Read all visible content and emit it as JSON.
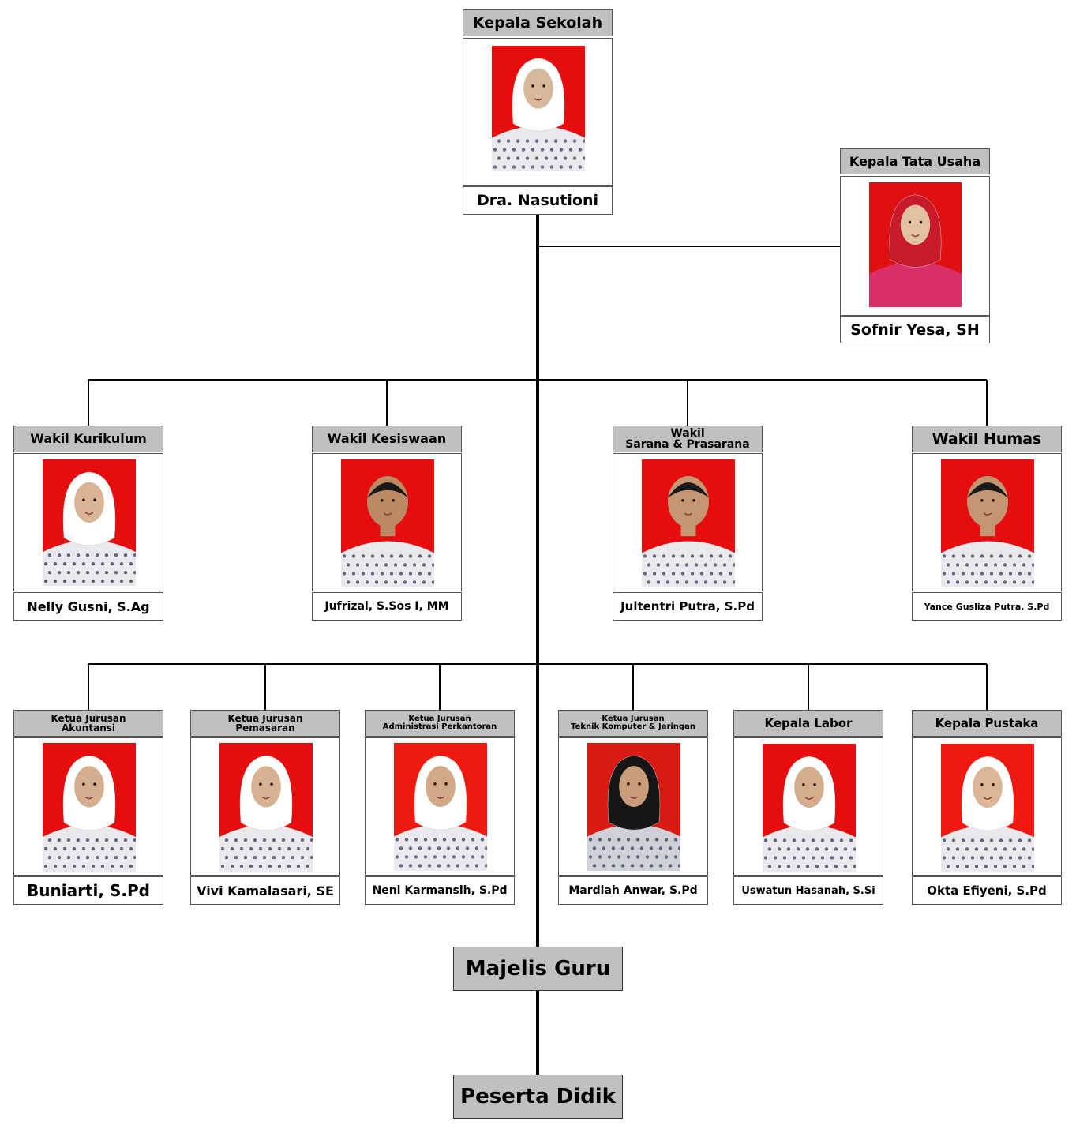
{
  "head": {
    "title": "Kepala Sekolah",
    "name": "Dra. Nasutioni",
    "photo": {
      "bg": "#e50d0d",
      "attire": "batik",
      "skin": "#d8b89a"
    }
  },
  "tu": {
    "title": "Kepala Tata Usaha",
    "name": "Sofnir Yesa, SH",
    "photo": {
      "bg": "#e01010",
      "attire": "pink",
      "skin": "#e2c0a2"
    }
  },
  "wakil": [
    {
      "title_lines": [
        "Wakil Kurikulum"
      ],
      "name": "Nelly Gusni, S.Ag",
      "photo": {
        "bg": "#e50d0d",
        "attire": "batik",
        "skin": "#d9b596"
      }
    },
    {
      "title_lines": [
        "Wakil Kesiswaan"
      ],
      "name": "Jufrizal, S.Sos I, MM",
      "photo": {
        "bg": "#e50d0d",
        "attire": "batik",
        "skin": "#b98a63"
      }
    },
    {
      "title_lines": [
        "Wakil",
        "Sarana & Prasarana"
      ],
      "name": "Jultentri Putra, S.Pd",
      "photo": {
        "bg": "#e50d0d",
        "attire": "batik",
        "skin": "#c49671"
      }
    },
    {
      "title_lines": [
        "Wakil Humas"
      ],
      "name": "Yance Gusliza Putra, S.Pd",
      "photo": {
        "bg": "#e50d0d",
        "attire": "batik",
        "skin": "#c39572"
      }
    }
  ],
  "ketua": [
    {
      "title_lines": [
        "Ketua Jurusan",
        "Akuntansi"
      ],
      "name": "Buniarti, S.Pd",
      "photo": {
        "bg": "#e50d0d",
        "attire": "batik",
        "skin": "#d4ae8e"
      }
    },
    {
      "title_lines": [
        "Ketua Jurusan",
        "Pemasaran"
      ],
      "name": "Vivi Kamalasari, SE",
      "photo": {
        "bg": "#e50d0d",
        "attire": "batik",
        "skin": "#d6b192"
      }
    },
    {
      "title_lines": [
        "Ketua Jurusan",
        "Administrasi Perkantoran"
      ],
      "name": "Neni Karmansih, S.Pd",
      "photo": {
        "bg": "#ee1a10",
        "attire": "batik",
        "skin": "#d3a987"
      }
    },
    {
      "title_lines": [
        "Ketua Jurusan",
        "Teknik Komputer & Jaringan"
      ],
      "name": "Mardiah Anwar, S.Pd",
      "photo": {
        "bg": "#d81c12",
        "attire": "black-hijab",
        "skin": "#c99c7a"
      }
    },
    {
      "title_lines": [
        "Kepala Labor"
      ],
      "name": "Uswatun Hasanah, S.Si",
      "photo": {
        "bg": "#e50d0d",
        "attire": "batik",
        "skin": "#d3ad8c"
      }
    },
    {
      "title_lines": [
        "Kepala Pustaka"
      ],
      "name": "Okta Efiyeni, S.Pd",
      "photo": {
        "bg": "#f0190f",
        "attire": "batik",
        "skin": "#dab697"
      }
    }
  ],
  "majelis": "Majelis Guru",
  "peserta": "Peserta Didik"
}
